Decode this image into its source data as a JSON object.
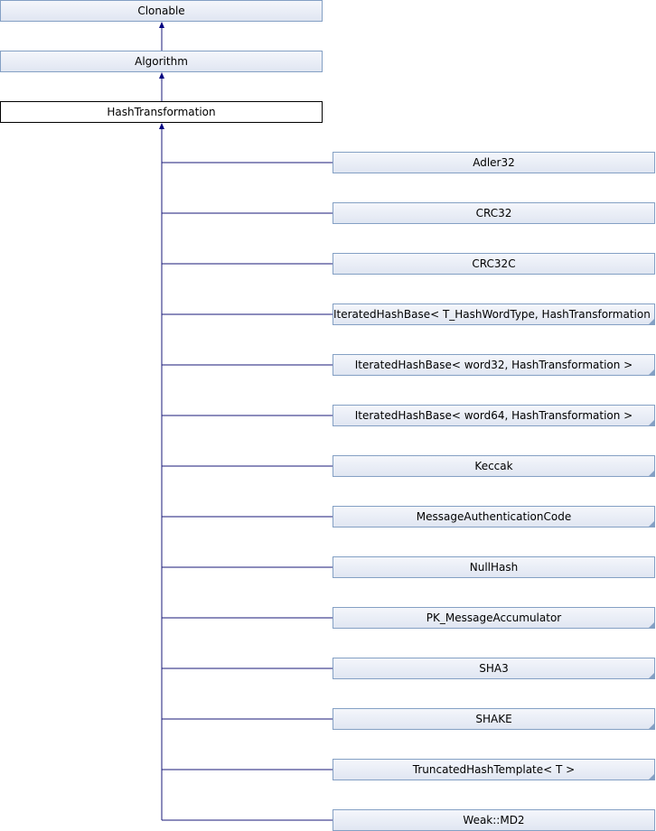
{
  "bases": {
    "clonable": "Clonable",
    "algorithm": "Algorithm",
    "hash_transformation": "HashTransformation"
  },
  "derived": [
    {
      "label": "Adler32",
      "has_more": false
    },
    {
      "label": "CRC32",
      "has_more": false
    },
    {
      "label": "CRC32C",
      "has_more": false
    },
    {
      "label": "IteratedHashBase< T_HashWordType, HashTransformation >",
      "has_more": true
    },
    {
      "label": "IteratedHashBase< word32, HashTransformation >",
      "has_more": true
    },
    {
      "label": "IteratedHashBase< word64, HashTransformation >",
      "has_more": true
    },
    {
      "label": "Keccak",
      "has_more": true
    },
    {
      "label": "MessageAuthenticationCode",
      "has_more": true
    },
    {
      "label": "NullHash",
      "has_more": false
    },
    {
      "label": "PK_MessageAccumulator",
      "has_more": true
    },
    {
      "label": "SHA3",
      "has_more": true
    },
    {
      "label": "SHAKE",
      "has_more": true
    },
    {
      "label": "TruncatedHashTemplate< T >",
      "has_more": true
    },
    {
      "label": "Weak::MD2",
      "has_more": false
    }
  ],
  "colors": {
    "node_border": "#84a0c4",
    "edge": "#1a1a7a",
    "arrow": "#000080"
  }
}
